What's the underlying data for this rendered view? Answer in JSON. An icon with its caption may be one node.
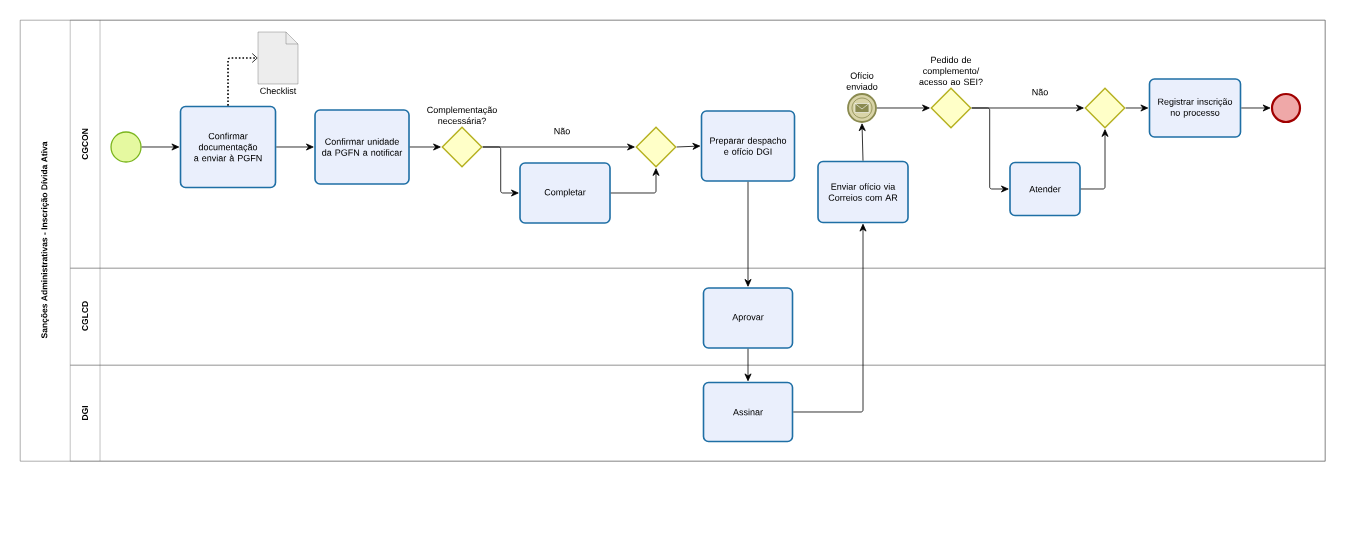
{
  "diagram": {
    "nodes": [
      {
        "text": [
          "Sanções Administrativas - Inscrição Dívida Ativa"
        ]
      },
      {
        "text": [
          "CGCON"
        ],
        "in": 0
      },
      {
        "text": [
          "CGLCD"
        ],
        "in": 0
      },
      {
        "text": [
          "DGI"
        ],
        "in": 0
      },
      {
        "text": [],
        "shape": "circle",
        "in": 1
      },
      {
        "text": [
          "Confirmar documentação a enviar à PGFN"
        ],
        "in": 1
      },
      {
        "text": [
          "Checklist"
        ],
        "in": 1
      },
      {
        "text": [
          "Confirmar unidade da PGFN a notificar"
        ],
        "in": 1
      },
      {
        "text": [
          "Complementação necessária?"
        ],
        "in": 1
      },
      {
        "text": [
          "Completar"
        ],
        "in": 1
      },
      {
        "text": [],
        "shape": "diamond",
        "in": 1
      },
      {
        "text": [
          "Preparar despacho e ofício DGI"
        ],
        "in": 1
      },
      {
        "text": [
          "Aprovar"
        ],
        "in": 2
      },
      {
        "text": [
          "Assinar"
        ],
        "in": 3
      },
      {
        "text": [
          "Enviar ofício via Correios com AR"
        ],
        "in": 1
      },
      {
        "text": [
          "Ofício enviado"
        ],
        "in": 1
      },
      {
        "text": [
          "Pedido de complemento/ acesso ao SEI?"
        ],
        "in": 1
      },
      {
        "text": [
          "Atender"
        ],
        "in": 1
      },
      {
        "text": [],
        "shape": "diamond",
        "in": 1
      },
      {
        "text": [
          "Registrar inscrição no processo"
        ],
        "in": 1
      },
      {
        "text": [],
        "shape": "circle",
        "in": 1
      }
    ],
    "edges": [
      {
        "from": 4,
        "to": 5,
        "arrow": "to"
      },
      {
        "from": 5,
        "to": 6,
        "arrow": "to",
        "style": "dashed"
      },
      {
        "from": 5,
        "to": 7,
        "arrow": "to"
      },
      {
        "from": 7,
        "to": 8,
        "arrow": "to"
      },
      {
        "from": 8,
        "to": 10,
        "arrow": "to",
        "label": "Não"
      },
      {
        "from": 8,
        "to": 9,
        "arrow": "to"
      },
      {
        "from": 9,
        "to": 10,
        "arrow": "to"
      },
      {
        "from": 10,
        "to": 11,
        "arrow": "to"
      },
      {
        "from": 11,
        "to": 12,
        "arrow": "to"
      },
      {
        "from": 12,
        "to": 13,
        "arrow": "to"
      },
      {
        "from": 13,
        "to": 14,
        "arrow": "to"
      },
      {
        "from": 14,
        "to": 15,
        "arrow": "to"
      },
      {
        "from": 15,
        "to": 16,
        "arrow": "to"
      },
      {
        "from": 16,
        "to": 18,
        "arrow": "to",
        "label": "Não"
      },
      {
        "from": 16,
        "to": 17,
        "arrow": "to"
      },
      {
        "from": 17,
        "to": 18,
        "arrow": "to"
      },
      {
        "from": 18,
        "to": 19,
        "arrow": "to"
      },
      {
        "from": 19,
        "to": 20,
        "arrow": "to"
      }
    ]
  }
}
